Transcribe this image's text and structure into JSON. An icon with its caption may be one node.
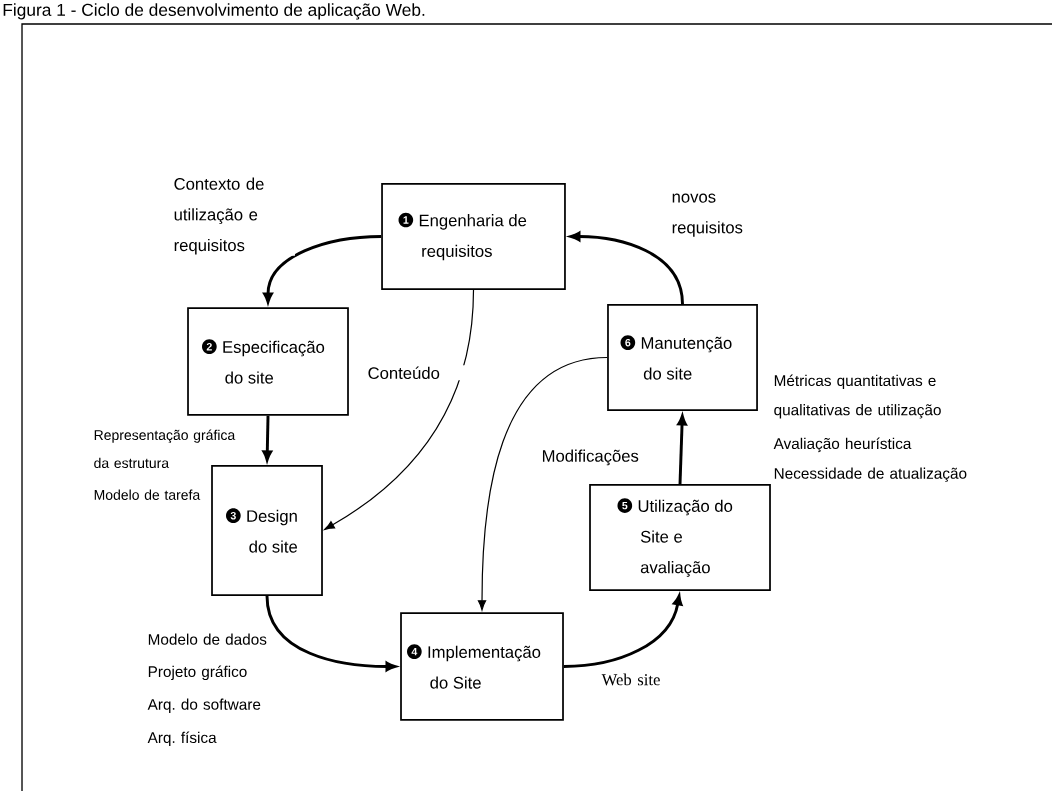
{
  "diagram": {
    "title": "Figura 1 - Ciclo de desenvolvimento de aplicação Web.",
    "nodes": [
      {
        "text": [
          "1",
          "Engenharia de requisitos"
        ]
      },
      {
        "text": [
          "2",
          "Especificação do site"
        ]
      },
      {
        "text": [
          "3",
          "Design do site"
        ]
      },
      {
        "text": [
          "4",
          "Implementação do Site"
        ]
      },
      {
        "text": [
          "5",
          "Utilização do Site e avaliação"
        ]
      },
      {
        "text": [
          "6",
          "Manutenção do site"
        ]
      }
    ],
    "edges": [
      {
        "from": 0,
        "to": 1,
        "arrow": "to",
        "label": "Contexto de utilização e requisitos"
      },
      {
        "from": 1,
        "to": 2,
        "arrow": "to"
      },
      {
        "from": 0,
        "to": 2,
        "arrow": "to",
        "label": "Conteúdo"
      },
      {
        "from": 2,
        "to": 3,
        "arrow": "to"
      },
      {
        "from": 3,
        "to": 4,
        "arrow": "to",
        "label": "Web site"
      },
      {
        "from": 4,
        "to": 5,
        "arrow": "to"
      },
      {
        "from": 5,
        "to": 3,
        "arrow": "to",
        "label": "Modificações"
      },
      {
        "from": 5,
        "to": 0,
        "arrow": "to",
        "label": "novos requisitos"
      }
    ],
    "labels": [
      "Representação gráfica da estrutura",
      "Modelo de tarefa",
      "Métricas quantitativas e qualitativas de utilização",
      "Avaliação heurística",
      "Necessidade de atualização",
      "Modelo de dados",
      "Projeto gráfico",
      "Arq. do software",
      "Arq. física"
    ]
  }
}
